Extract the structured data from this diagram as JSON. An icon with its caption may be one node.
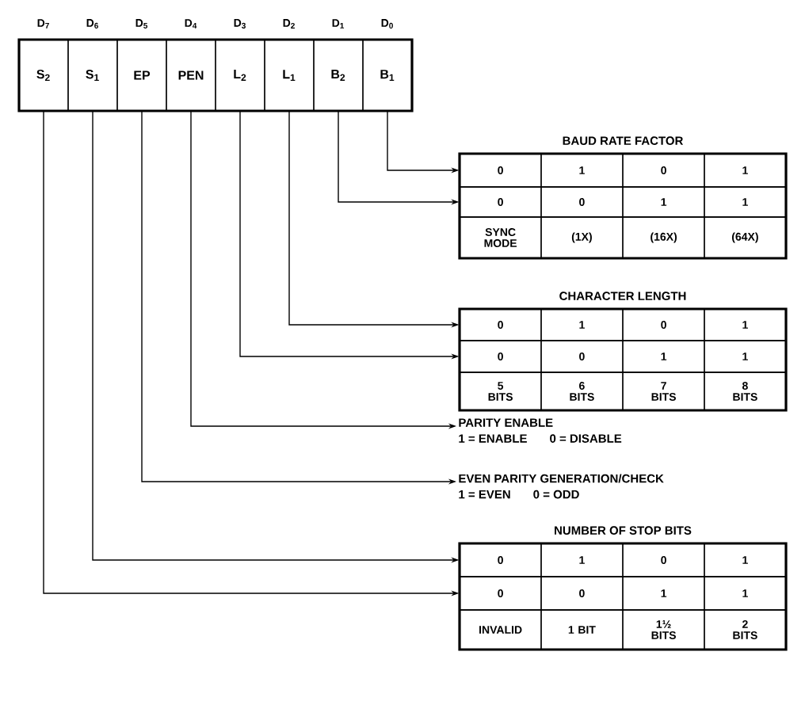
{
  "diagram": {
    "nodes": [
      {
        "text": [
          "S$_{2}$"
        ],
        "beside": [
          "D$_{7}$"
        ]
      },
      {
        "text": [
          "S$_{1}$"
        ],
        "beside": [
          "D$_{6}$"
        ]
      },
      {
        "text": [
          "EP"
        ],
        "beside": [
          "D$_{5}$"
        ]
      },
      {
        "text": [
          "PEN"
        ],
        "beside": [
          "D$_{4}$"
        ]
      },
      {
        "text": [
          "L$_{2}$"
        ],
        "beside": [
          "D$_{3}$"
        ]
      },
      {
        "text": [
          "L$_{1}$"
        ],
        "beside": [
          "D$_{2}$"
        ]
      },
      {
        "text": [
          "B$_{2}$"
        ],
        "beside": [
          "D$_{1}$"
        ]
      },
      {
        "text": [
          "B$_{1}$"
        ],
        "beside": [
          "D$_{0}$"
        ]
      },
      {
        "text": [
          "BAUD RATE FACTOR"
        ]
      },
      {
        "text": [
          "0",
          "1",
          "0",
          "1"
        ],
        "in": 8
      },
      {
        "text": [
          "0",
          "0",
          "1",
          "1"
        ],
        "in": 8
      },
      {
        "text": [
          "SYNC MODE",
          "(1X)",
          "(16X)",
          "(64X)"
        ],
        "in": 8
      },
      {
        "text": [
          "CHARACTER LENGTH"
        ]
      },
      {
        "text": [
          "0",
          "1",
          "0",
          "1"
        ],
        "in": 12
      },
      {
        "text": [
          "0",
          "0",
          "1",
          "1"
        ],
        "in": 12
      },
      {
        "text": [
          "5 BITS",
          "6 BITS",
          "7 BITS",
          "8 BITS"
        ],
        "in": 12
      },
      {
        "text": [
          "PARITY ENABLE",
          "1 = ENABLE",
          "0 = DISABLE"
        ]
      },
      {
        "text": [
          "EVEN PARITY GENERATION/CHECK",
          "1 = EVEN",
          "0 = ODD"
        ]
      },
      {
        "text": [
          "NUMBER OF STOP BITS"
        ]
      },
      {
        "text": [
          "0",
          "1",
          "0",
          "1"
        ],
        "in": 18
      },
      {
        "text": [
          "0",
          "0",
          "1",
          "1"
        ],
        "in": 18
      },
      {
        "text": [
          "INVALID",
          "1 BIT",
          "1½ BITS",
          "2 BITS"
        ],
        "in": 18
      }
    ],
    "edges": [
      {
        "from": 7,
        "to": 9,
        "arrow": "to"
      },
      {
        "from": 6,
        "to": 10,
        "arrow": "to"
      },
      {
        "from": 5,
        "to": 13,
        "arrow": "to"
      },
      {
        "from": 4,
        "to": 14,
        "arrow": "to"
      },
      {
        "from": 3,
        "to": 16,
        "arrow": "to"
      },
      {
        "from": 2,
        "to": 17,
        "arrow": "to"
      },
      {
        "from": 1,
        "to": 19,
        "arrow": "to"
      },
      {
        "from": 0,
        "to": 20,
        "arrow": "to"
      }
    ]
  }
}
